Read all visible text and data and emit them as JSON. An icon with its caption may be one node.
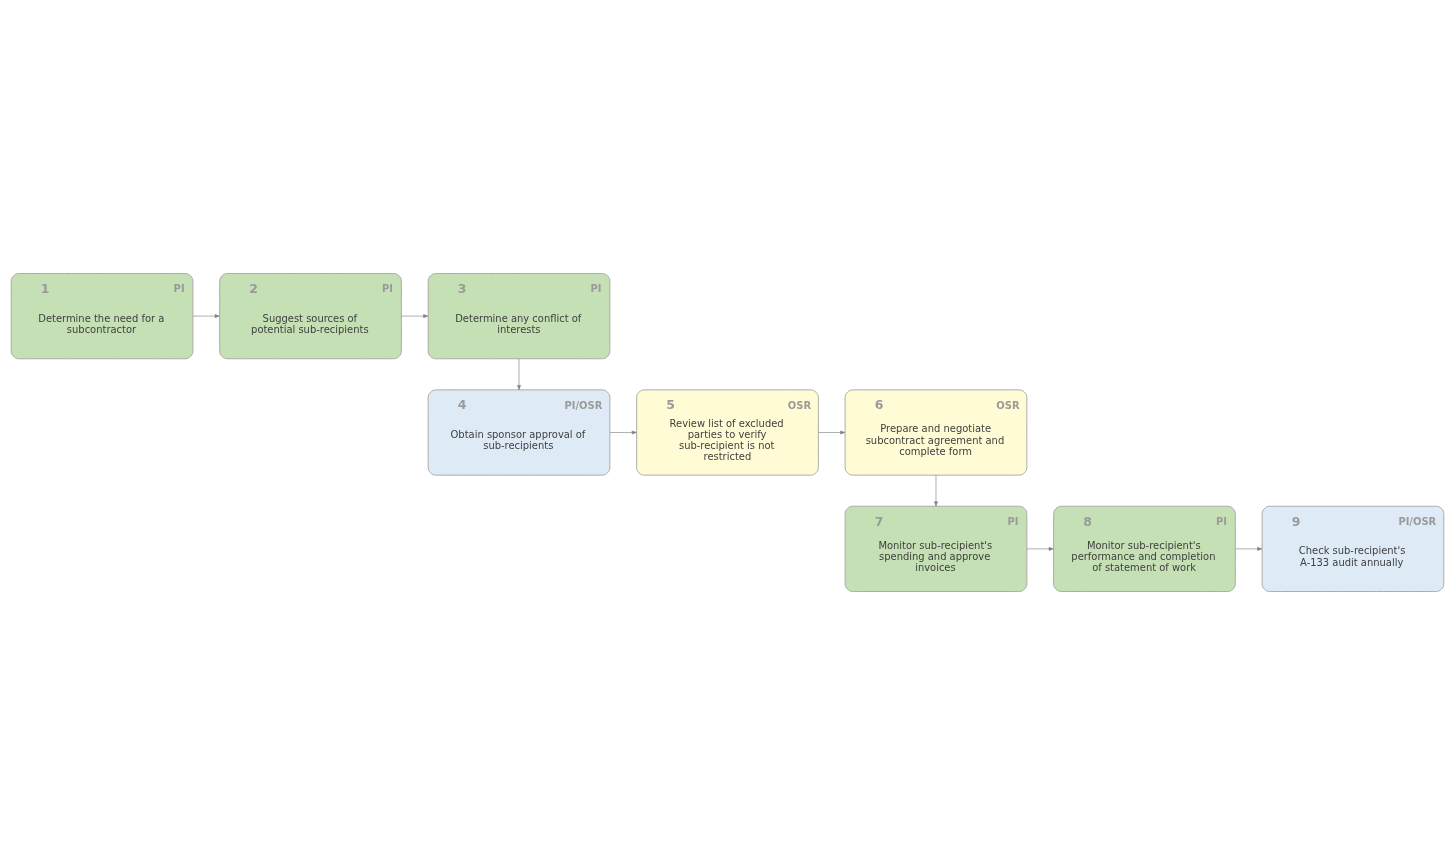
{
  "diagram": {
    "nodes": [
      {
        "text": [
          "1",
          "PI",
          "Determine the need for a subcontractor"
        ]
      },
      {
        "text": [
          "2",
          "PI",
          "Suggest sources of potential sub-recipients"
        ]
      },
      {
        "text": [
          "3",
          "PI",
          "Determine any conflict of interests"
        ]
      },
      {
        "text": [
          "4",
          "PI/OSR",
          "Obtain sponsor approval of sub-recipients"
        ]
      },
      {
        "text": [
          "5",
          "OSR",
          "Review list of excluded parties to verify sub-recipient is not restricted"
        ]
      },
      {
        "text": [
          "6",
          "OSR",
          "Prepare and negotiate subcontract agreement and complete form"
        ]
      },
      {
        "text": [
          "7",
          "PI",
          "Monitor sub-recipient's spending and approve invoices"
        ]
      },
      {
        "text": [
          "8",
          "PI",
          "Monitor sub-recipient's performance and completion of statement of work"
        ]
      },
      {
        "text": [
          "9",
          "PI/OSR",
          "Check sub-recipient's A-133 audit annually"
        ]
      }
    ],
    "edges": [
      {
        "from": 0,
        "to": 1,
        "arrow": "to"
      },
      {
        "from": 1,
        "to": 2,
        "arrow": "to"
      },
      {
        "from": 2,
        "to": 3,
        "arrow": "to"
      },
      {
        "from": 3,
        "to": 4,
        "arrow": "to"
      },
      {
        "from": 4,
        "to": 5,
        "arrow": "to"
      },
      {
        "from": 5,
        "to": 6,
        "arrow": "to"
      },
      {
        "from": 6,
        "to": 7,
        "arrow": "to"
      },
      {
        "from": 7,
        "to": 8,
        "arrow": "to"
      }
    ]
  }
}
